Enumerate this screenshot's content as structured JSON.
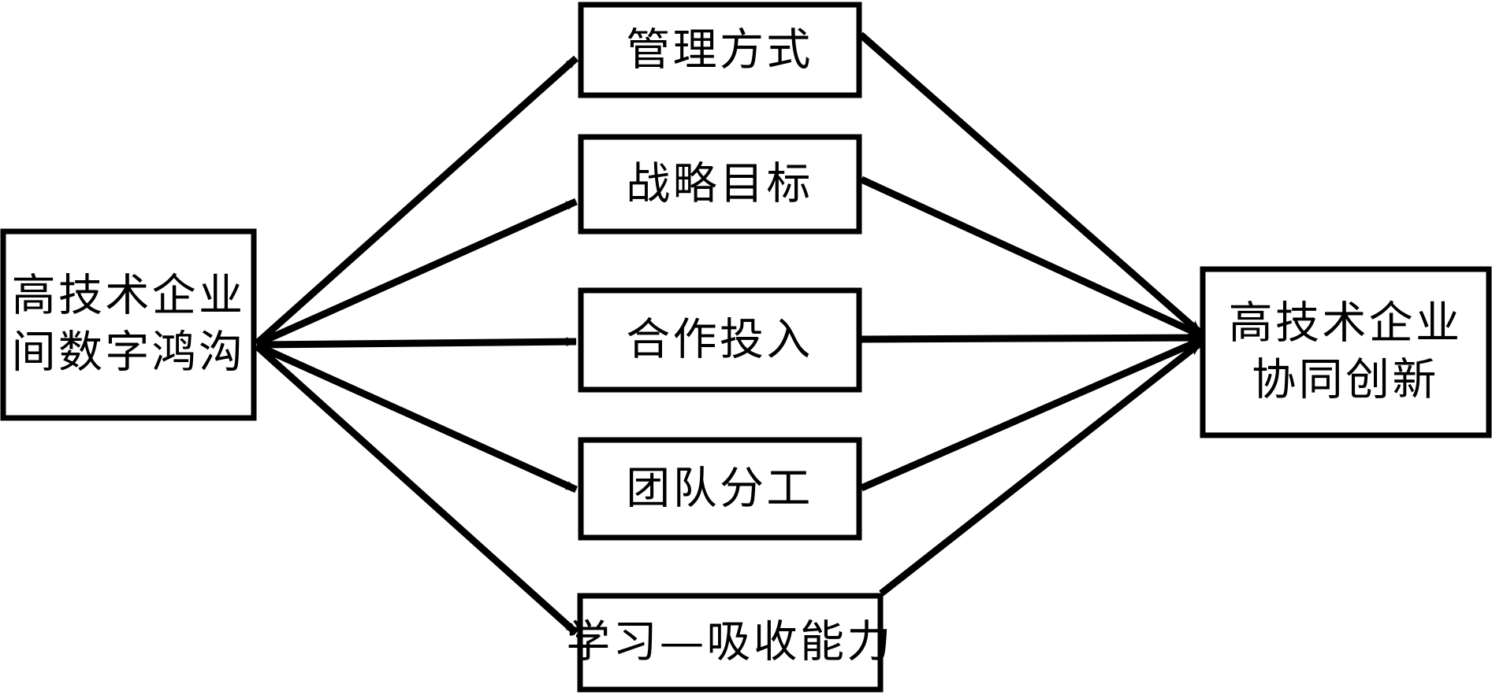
{
  "diagram": {
    "type": "concept-flow-diagram",
    "title_visible": false,
    "background_color": "#ffffff",
    "line_color": "#000000",
    "text_color": "#000000",
    "source": {
      "id": "source",
      "label_line1": "高技术企业",
      "label_line2": "间数字鸿沟",
      "label_full": "高技术企业间数字鸿沟"
    },
    "mediators": [
      {
        "id": "m1",
        "label": "管理方式"
      },
      {
        "id": "m2",
        "label": "战略目标"
      },
      {
        "id": "m3",
        "label": "合作投入"
      },
      {
        "id": "m4",
        "label": "团队分工"
      },
      {
        "id": "m5",
        "label": "学习—吸收能力"
      }
    ],
    "target": {
      "id": "target",
      "label_line1": "高技术企业",
      "label_line2": "协同创新",
      "label_full": "高技术企业协同创新"
    },
    "edges": [
      {
        "from": "source",
        "to": "m1",
        "arrowhead": "at-target"
      },
      {
        "from": "source",
        "to": "m2",
        "arrowhead": "at-target"
      },
      {
        "from": "source",
        "to": "m3",
        "arrowhead": "at-target"
      },
      {
        "from": "source",
        "to": "m4",
        "arrowhead": "at-target"
      },
      {
        "from": "source",
        "to": "m5",
        "arrowhead": "at-target"
      },
      {
        "from": "m1",
        "to": "target",
        "arrowhead": "at-target"
      },
      {
        "from": "m2",
        "to": "target",
        "arrowhead": "at-target"
      },
      {
        "from": "m3",
        "to": "target",
        "arrowhead": "at-target"
      },
      {
        "from": "m4",
        "to": "target",
        "arrowhead": "at-target"
      },
      {
        "from": "m5",
        "to": "target",
        "arrowhead": "at-target"
      }
    ]
  }
}
